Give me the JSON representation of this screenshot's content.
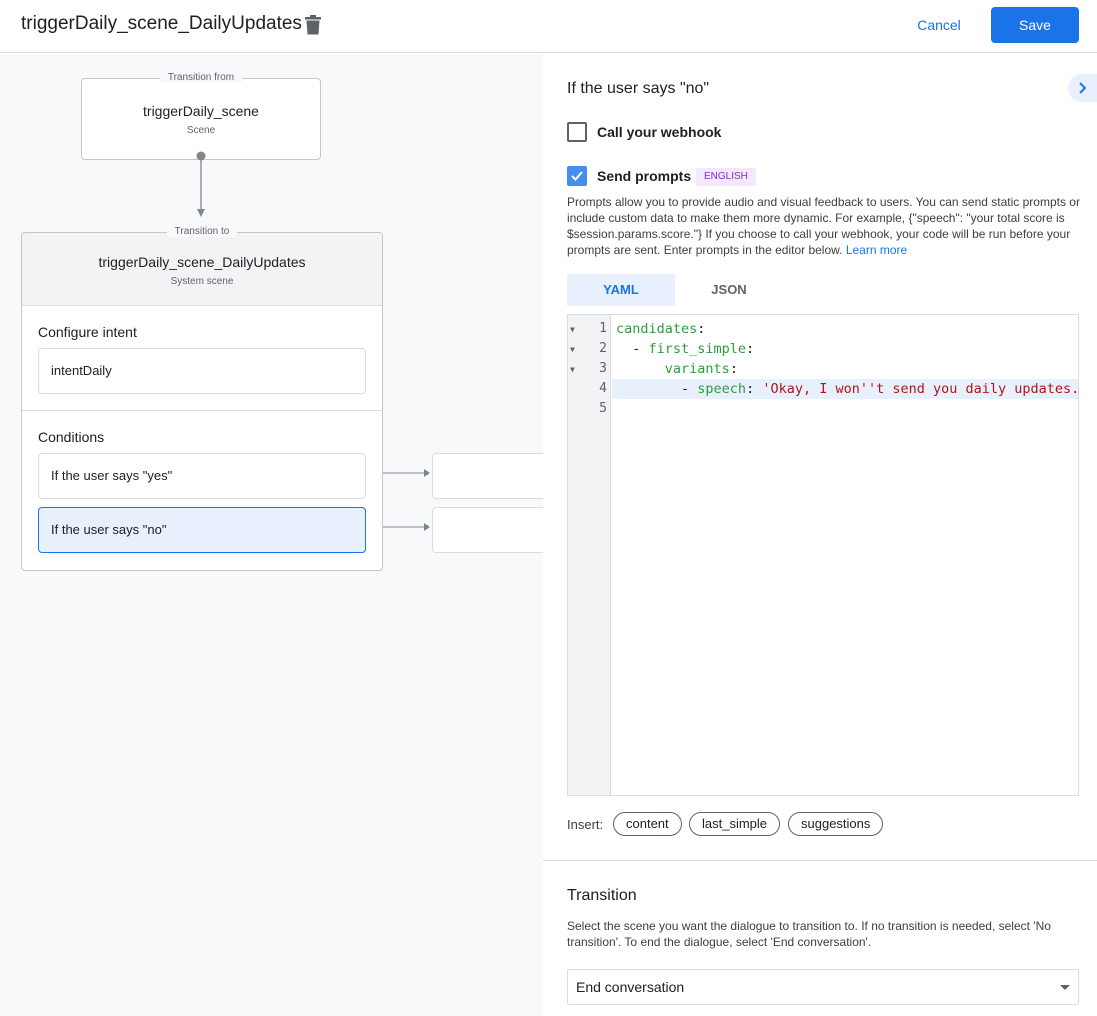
{
  "header": {
    "title": "triggerDaily_scene_DailyUpdates",
    "cancel_label": "Cancel",
    "save_label": "Save"
  },
  "canvas": {
    "from": {
      "legend": "Transition from",
      "name": "triggerDaily_scene",
      "type": "Scene"
    },
    "to": {
      "legend": "Transition to",
      "name": "triggerDaily_scene_DailyUpdates",
      "type": "System scene",
      "configure_intent_label": "Configure intent",
      "intent": "intentDaily",
      "conditions_label": "Conditions",
      "conditions": [
        {
          "label": "If the user says \"yes\"",
          "selected": false
        },
        {
          "label": "If the user says \"no\"",
          "selected": true
        }
      ]
    }
  },
  "panel": {
    "heading": "If the user says \"no\"",
    "webhook_label": "Call your webhook",
    "webhook_checked": false,
    "prompts_label": "Send prompts",
    "prompts_checked": true,
    "language_badge": "ENGLISH",
    "description": "Prompts allow you to provide audio and visual feedback to users. You can send static prompts or include custom data to make them more dynamic. For example, {\"speech\": \"your total score is $session.params.score.\"} If you choose to call your webhook, your code will be run before your prompts are sent. Enter prompts in the editor below.",
    "learn_more": "Learn more",
    "tabs": [
      {
        "label": "YAML",
        "active": true
      },
      {
        "label": "JSON",
        "active": false
      }
    ],
    "code": {
      "line_numbers": [
        "1",
        "2",
        "3",
        "4",
        "5"
      ],
      "l1_key": "candidates",
      "colon": ":",
      "l2_dash": "  - ",
      "l2_key": "first_simple",
      "l3_indent": "      ",
      "l3_key": "variants",
      "l4_dash": "        - ",
      "l4_key": "speech",
      "l4_value": " 'Okay, I won''t send you daily updates.'"
    },
    "insert_label": "Insert:",
    "insert_chips": [
      "content",
      "last_simple",
      "suggestions"
    ],
    "transition_heading": "Transition",
    "transition_description": "Select the scene you want the dialogue to transition to. If no transition is needed, select 'No transition'. To end the dialogue, select 'End conversation'.",
    "transition_value": "End conversation"
  },
  "colors": {
    "accent": "#1a73e8",
    "selected_bg": "#e8f0fe",
    "badge_bg": "#f3e8fd",
    "badge_text": "#8430ce"
  }
}
